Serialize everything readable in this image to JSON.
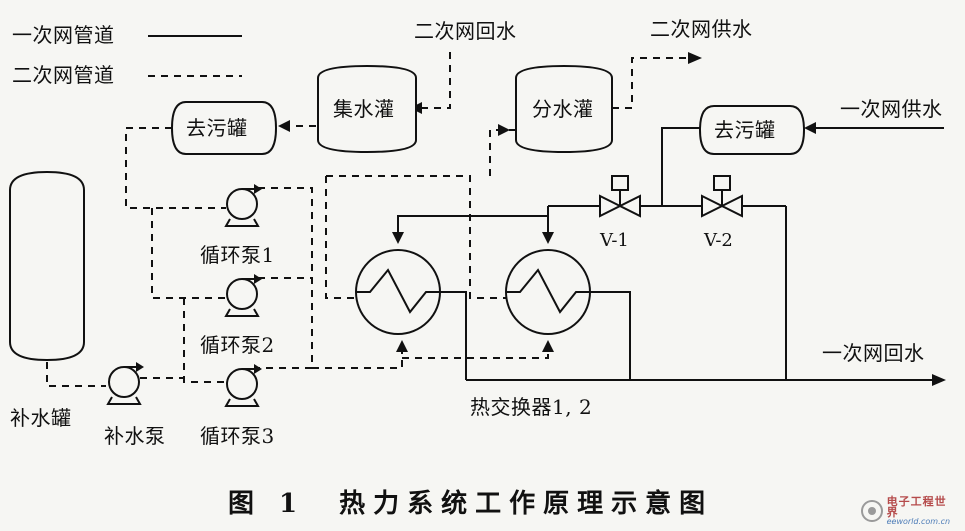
{
  "legend": {
    "primary_label": "一次网管道",
    "secondary_label": "二次网管道"
  },
  "components": {
    "collector_tank": "集水灌",
    "distributor_tank": "分水灌",
    "sewage_tank_left": "去污罐",
    "sewage_tank_right": "去污罐",
    "makeup_tank": "补水罐",
    "makeup_pump": "补水泵",
    "pump_1": "循环泵1",
    "pump_2": "循环泵2",
    "pump_3": "循环泵3",
    "heat_exchangers": "热交换器1, 2",
    "valve_1": "V-1",
    "valve_2": "V-2"
  },
  "flows": {
    "secondary_return": "二次网回水",
    "secondary_supply": "二次网供水",
    "primary_supply": "一次网供水",
    "primary_return": "一次网回水"
  },
  "caption": "图 1　热力系统工作原理示意图",
  "watermark": {
    "line1": "电子工程世界",
    "line2": "eeworld.com.cn"
  }
}
